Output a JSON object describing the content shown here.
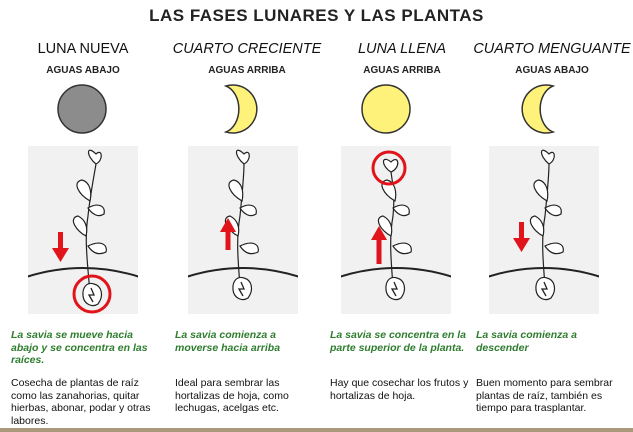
{
  "title": "LAS FASES LUNARES Y LAS PLANTAS",
  "phases": [
    {
      "name": "LUNA NUEVA",
      "waters": "AGUAS ABAJO",
      "sap_text": "La savia se mueve hacia abajo y se concentra en las raíces.",
      "description": "Cosecha de plantas de raíz como las zanahorias, quitar hierbas, abonar, podar y otras labores."
    },
    {
      "name": "CUARTO CRECIENTE",
      "waters": "AGUAS ARRIBA",
      "sap_text": "La savia comienza a moverse hacia arriba",
      "description": "Ideal para sembrar las hortalizas de hoja, como lechugas, acelgas etc."
    },
    {
      "name": "LUNA LLENA",
      "waters": "AGUAS ARRIBA",
      "sap_text": "La savia se concentra en la parte superior de la planta.",
      "description": "Hay que cosechar los frutos y hortalizas de hoja."
    },
    {
      "name": "CUARTO MENGUANTE",
      "waters": "AGUAS ABAJO",
      "sap_text": "La savia comienza a descender",
      "description": "Buen momento para sembrar plantas de raíz, también es tiempo para trasplantar."
    }
  ],
  "colors": {
    "moon_yellow": "#fff27a",
    "moon_new": "#8c8c8c",
    "arrow_red": "#e0141a",
    "sap_green": "#2e7d2e"
  }
}
